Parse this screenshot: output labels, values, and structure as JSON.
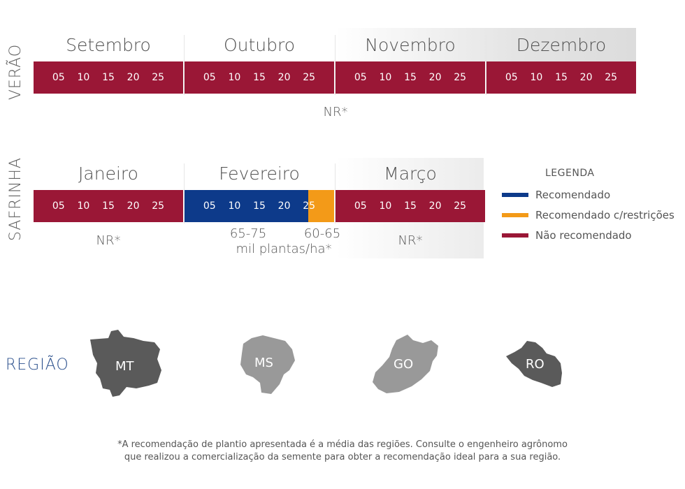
{
  "colors": {
    "recomendado": "#0d3a8a",
    "restricoes": "#f39a18",
    "nao_recomendado": "#9a1736",
    "region_label": "#2a4f8c",
    "state_fill_dark": "#5a5a5a",
    "state_fill_light": "#999999"
  },
  "verao": {
    "label": "VERÃO",
    "months": [
      {
        "name": "Setembro",
        "days": [
          "05",
          "10",
          "15",
          "20",
          "25"
        ]
      },
      {
        "name": "Outubro",
        "days": [
          "05",
          "10",
          "15",
          "20",
          "25"
        ]
      },
      {
        "name": "Novembro",
        "days": [
          "05",
          "10",
          "15",
          "20",
          "25"
        ]
      },
      {
        "name": "Dezembro",
        "days": [
          "05",
          "10",
          "15",
          "20",
          "25"
        ]
      }
    ],
    "note": "NR*"
  },
  "safrinha": {
    "label": "SAFRINHA",
    "months": [
      {
        "name": "Janeiro",
        "days": [
          "05",
          "10",
          "15",
          "20",
          "25"
        ]
      },
      {
        "name": "Fevereiro",
        "days": [
          "05",
          "10",
          "15",
          "20",
          "25"
        ]
      },
      {
        "name": "Março",
        "days": [
          "05",
          "10",
          "15",
          "20",
          "25"
        ]
      }
    ],
    "notes": {
      "janeiro": "NR*",
      "fevereiro_recomendado": "65-75",
      "fevereiro_restricoes": "60-65",
      "unidade": "mil plantas/ha*",
      "marco": "NR*"
    }
  },
  "legenda": {
    "title": "LEGENDA",
    "items": [
      {
        "label": "Recomendado"
      },
      {
        "label": "Recomendado c/restrições"
      },
      {
        "label": "Não recomendado"
      }
    ]
  },
  "regiao": {
    "label": "REGIÃO",
    "states": [
      {
        "code": "MT",
        "icon": "mato-grosso-map-icon"
      },
      {
        "code": "MS",
        "icon": "mato-grosso-do-sul-map-icon"
      },
      {
        "code": "GO",
        "icon": "goias-map-icon"
      },
      {
        "code": "RO",
        "icon": "rondonia-map-icon"
      }
    ]
  },
  "footnote": {
    "line1": "*A recomendação de plantio apresentada é a média das regiões. Consulte o engenheiro agrônomo",
    "line2": "que realizou a comercialização da semente para obter a recomendação ideal para a sua região."
  }
}
